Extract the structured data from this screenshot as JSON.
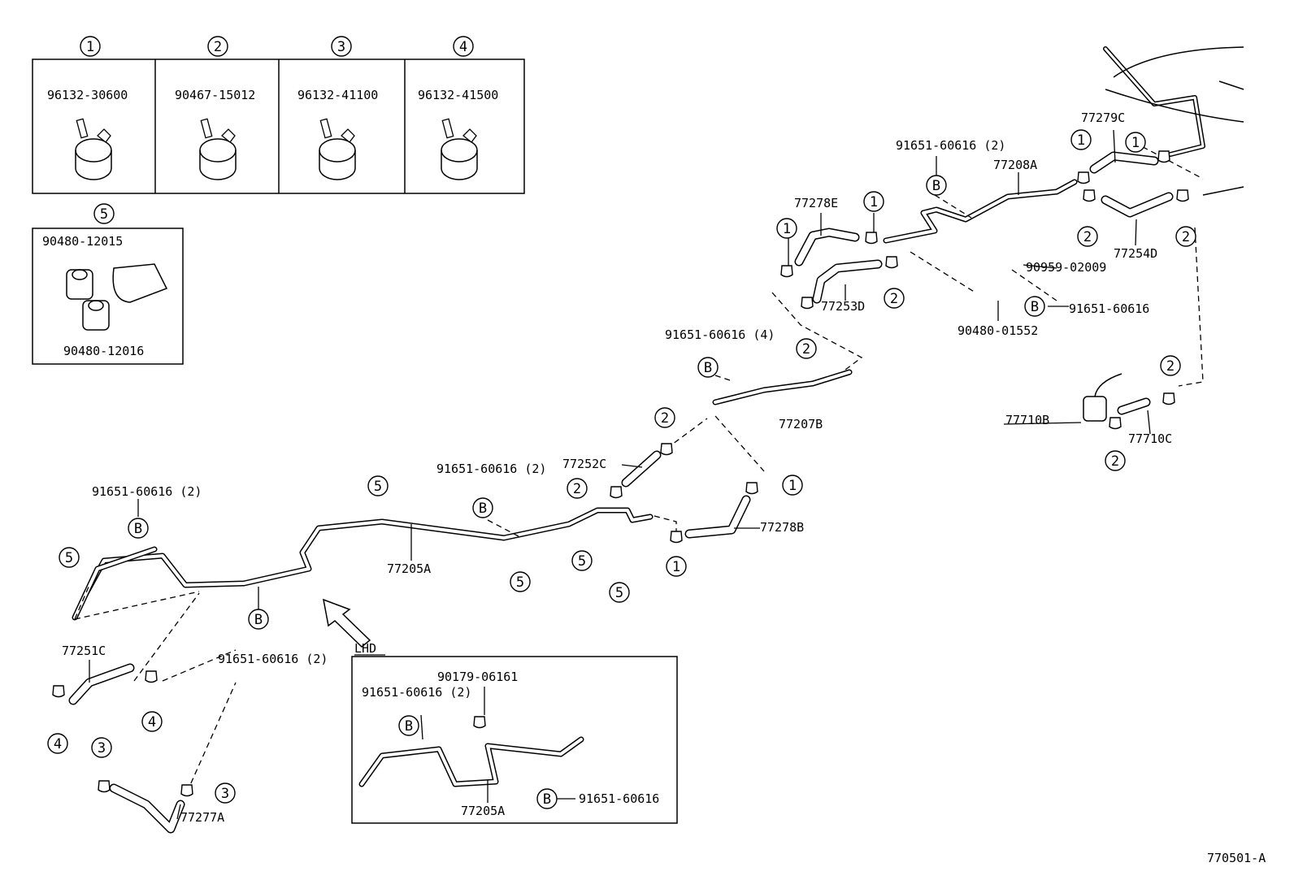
{
  "legend": [
    {
      "num": "1",
      "part": "96132-30600"
    },
    {
      "num": "2",
      "part": "90467-15012"
    },
    {
      "num": "3",
      "part": "96132-41100"
    },
    {
      "num": "4",
      "part": "96132-41500"
    }
  ],
  "legend5": {
    "num": "5",
    "parts": [
      "90480-12015",
      "90480-12016"
    ]
  },
  "labels": [
    "77279C",
    "91651-60616 (2)",
    "77208A",
    "77278E",
    "77254D",
    "90959-02009",
    "77253D",
    "91651-60616",
    "90480-01552",
    "91651-60616 (4)",
    "77207B",
    "77710B",
    "77710C",
    "77252C",
    "91651-60616 (2)",
    "77278B",
    "91651-60616 (2)",
    "77205A",
    "91651-60616 (2)",
    "77251C",
    "77277A"
  ],
  "callouts": [
    "1",
    "1",
    "1",
    "1",
    "1",
    "1",
    "2",
    "2",
    "2",
    "2",
    "2",
    "2",
    "2",
    "2",
    "5",
    "5",
    "5",
    "5",
    "5",
    "4",
    "4",
    "3",
    "3",
    "B",
    "B",
    "B",
    "B",
    "B",
    "B",
    "B",
    "B"
  ],
  "inset": {
    "title": "LHD",
    "labels": [
      "90179-06161",
      "91651-60616 (2)",
      "77205A",
      "91651-60616"
    ]
  },
  "diagram_code": "770501-A"
}
